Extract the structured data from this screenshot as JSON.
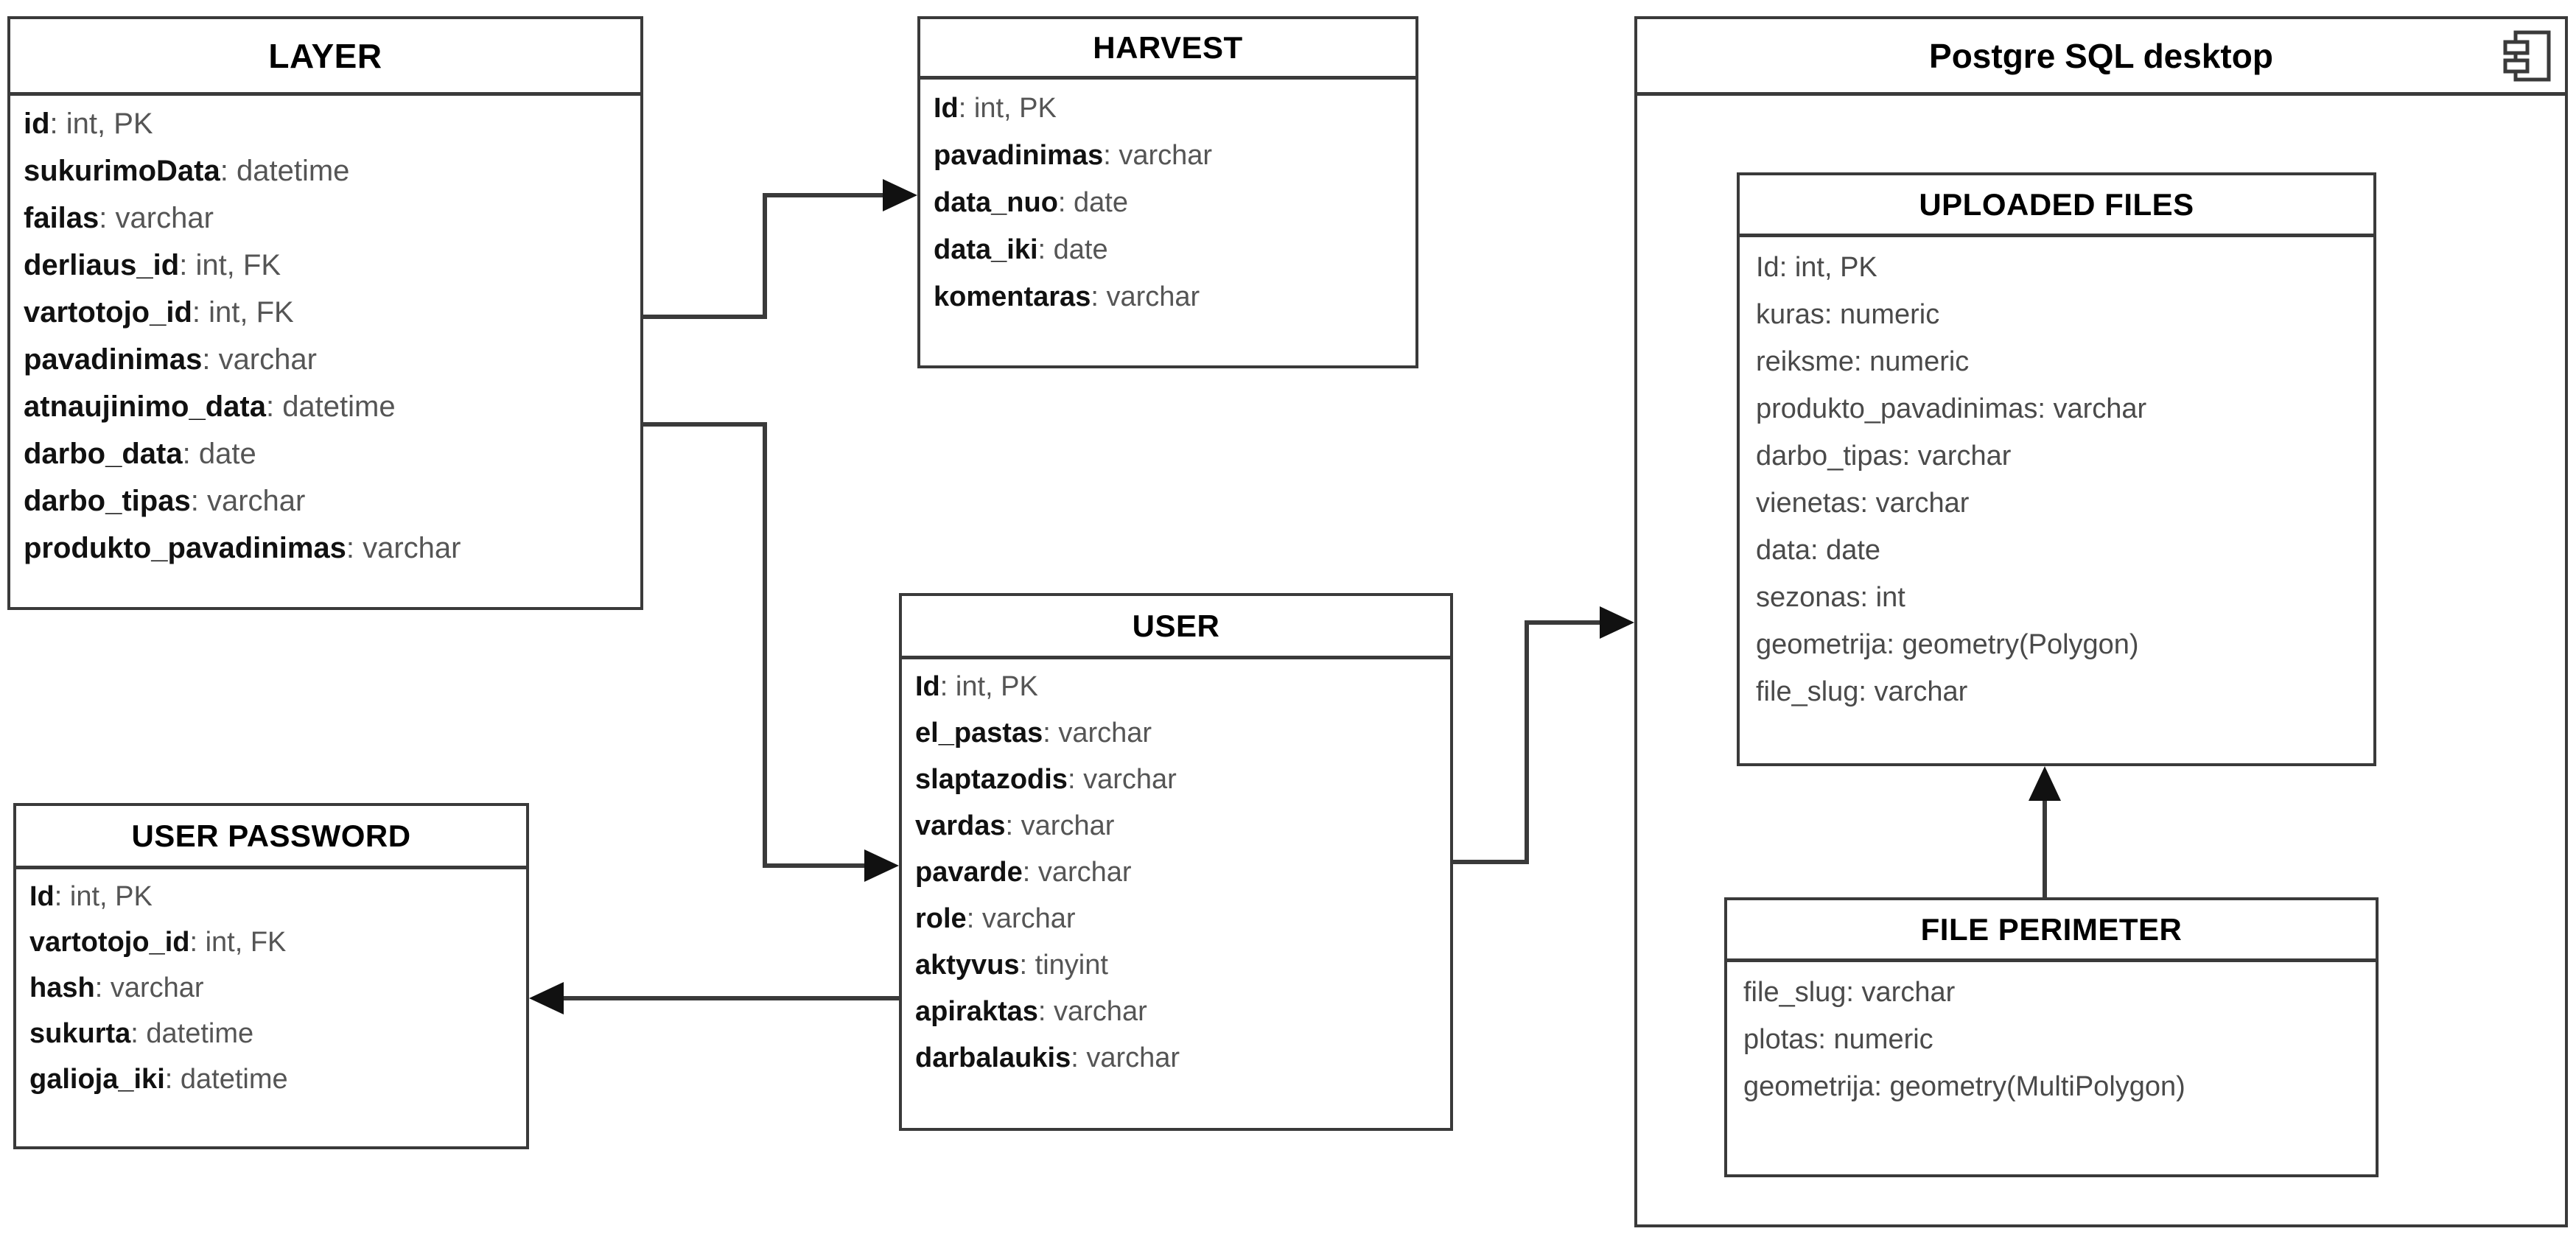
{
  "diagram": {
    "title": "Database entity relationship diagram",
    "type": "er-class-diagram",
    "accent_color": "#3a3a3a",
    "background_color": "#ffffff",
    "text_color": "#111111"
  },
  "entities": [
    {
      "id": "layer",
      "name": "LAYER",
      "bold_attributes": true,
      "attributes": [
        {
          "name": "id",
          "type": "int, PK"
        },
        {
          "name": "sukurimoData",
          "type": "datetime"
        },
        {
          "name": "failas",
          "type": "varchar"
        },
        {
          "name": "derliaus_id",
          "type": "int, FK"
        },
        {
          "name": "vartotojo_id",
          "type": "int, FK"
        },
        {
          "name": "pavadinimas",
          "type": "varchar"
        },
        {
          "name": "atnaujinimo_data",
          "type": "datetime"
        },
        {
          "name": "darbo_data",
          "type": "date"
        },
        {
          "name": "darbo_tipas",
          "type": "varchar"
        },
        {
          "name": "produkto_pavadinimas",
          "type": "varchar"
        }
      ]
    },
    {
      "id": "harvest",
      "name": "HARVEST",
      "bold_attributes": true,
      "attributes": [
        {
          "name": "Id",
          "type": "int, PK"
        },
        {
          "name": "pavadinimas",
          "type": "varchar"
        },
        {
          "name": "data_nuo",
          "type": "date"
        },
        {
          "name": "data_iki",
          "type": "date"
        },
        {
          "name": "komentaras",
          "type": "varchar"
        }
      ]
    },
    {
      "id": "user",
      "name": "USER",
      "bold_attributes": true,
      "attributes": [
        {
          "name": "Id",
          "type": "int, PK"
        },
        {
          "name": "el_pastas",
          "type": "varchar"
        },
        {
          "name": "slaptazodis",
          "type": "varchar"
        },
        {
          "name": "vardas",
          "type": "varchar"
        },
        {
          "name": "pavarde",
          "type": "varchar"
        },
        {
          "name": "role",
          "type": "varchar"
        },
        {
          "name": "aktyvus",
          "type": "tinyint"
        },
        {
          "name": "apiraktas",
          "type": "varchar"
        },
        {
          "name": "darbalaukis",
          "type": "varchar"
        }
      ]
    },
    {
      "id": "userpassword",
      "name": "USER PASSWORD",
      "bold_attributes": true,
      "attributes": [
        {
          "name": "Id",
          "type": "int, PK"
        },
        {
          "name": "vartotojo_id",
          "type": "int, FK"
        },
        {
          "name": "hash",
          "type": "varchar"
        },
        {
          "name": "sukurta",
          "type": "datetime"
        },
        {
          "name": "galioja_iki",
          "type": "datetime"
        }
      ]
    },
    {
      "id": "uploadedfiles",
      "name": "UPLOADED FILES",
      "bold_attributes": false,
      "attributes": [
        {
          "name": "Id",
          "type": "int, PK"
        },
        {
          "name": "kuras",
          "type": "numeric"
        },
        {
          "name": "reiksme",
          "type": "numeric"
        },
        {
          "name": "produkto_pavadinimas",
          "type": "varchar"
        },
        {
          "name": "darbo_tipas",
          "type": "varchar"
        },
        {
          "name": "vienetas",
          "type": "varchar"
        },
        {
          "name": "data",
          "type": "date"
        },
        {
          "name": "sezonas",
          "type": "int"
        },
        {
          "name": "geometrija",
          "type": "geometry(Polygon)"
        },
        {
          "name": "file_slug",
          "type": "varchar"
        }
      ]
    },
    {
      "id": "fileperimeter",
      "name": "FILE PERIMETER",
      "bold_attributes": false,
      "attributes": [
        {
          "name": "file_slug",
          "type": "varchar"
        },
        {
          "name": "plotas",
          "type": "numeric"
        },
        {
          "name": "geometrija",
          "type": "geometry(MultiPolygon)"
        }
      ]
    }
  ],
  "container": {
    "id": "postgre-sql-desktop",
    "title": "Postgre SQL desktop",
    "icon": "uml-component-icon",
    "children": [
      "uploadedfiles",
      "fileperimeter"
    ]
  },
  "relationships": [
    {
      "id": "layer-to-harvest",
      "from": "LAYER",
      "to": "HARVEST",
      "direction": "to",
      "style": "orthogonal"
    },
    {
      "id": "layer-to-user",
      "from": "LAYER",
      "to": "USER",
      "direction": "to",
      "style": "orthogonal"
    },
    {
      "id": "user-to-postgre-sql-desktop",
      "from": "USER",
      "to": "Postgre SQL desktop",
      "direction": "to",
      "style": "orthogonal"
    },
    {
      "id": "user-to-userpassword",
      "from": "USER",
      "to": "USER PASSWORD",
      "direction": "to",
      "style": "straight"
    },
    {
      "id": "fileperimeter-to-uploadedfiles",
      "from": "FILE PERIMETER",
      "to": "UPLOADED FILES",
      "direction": "to",
      "style": "straight"
    }
  ]
}
